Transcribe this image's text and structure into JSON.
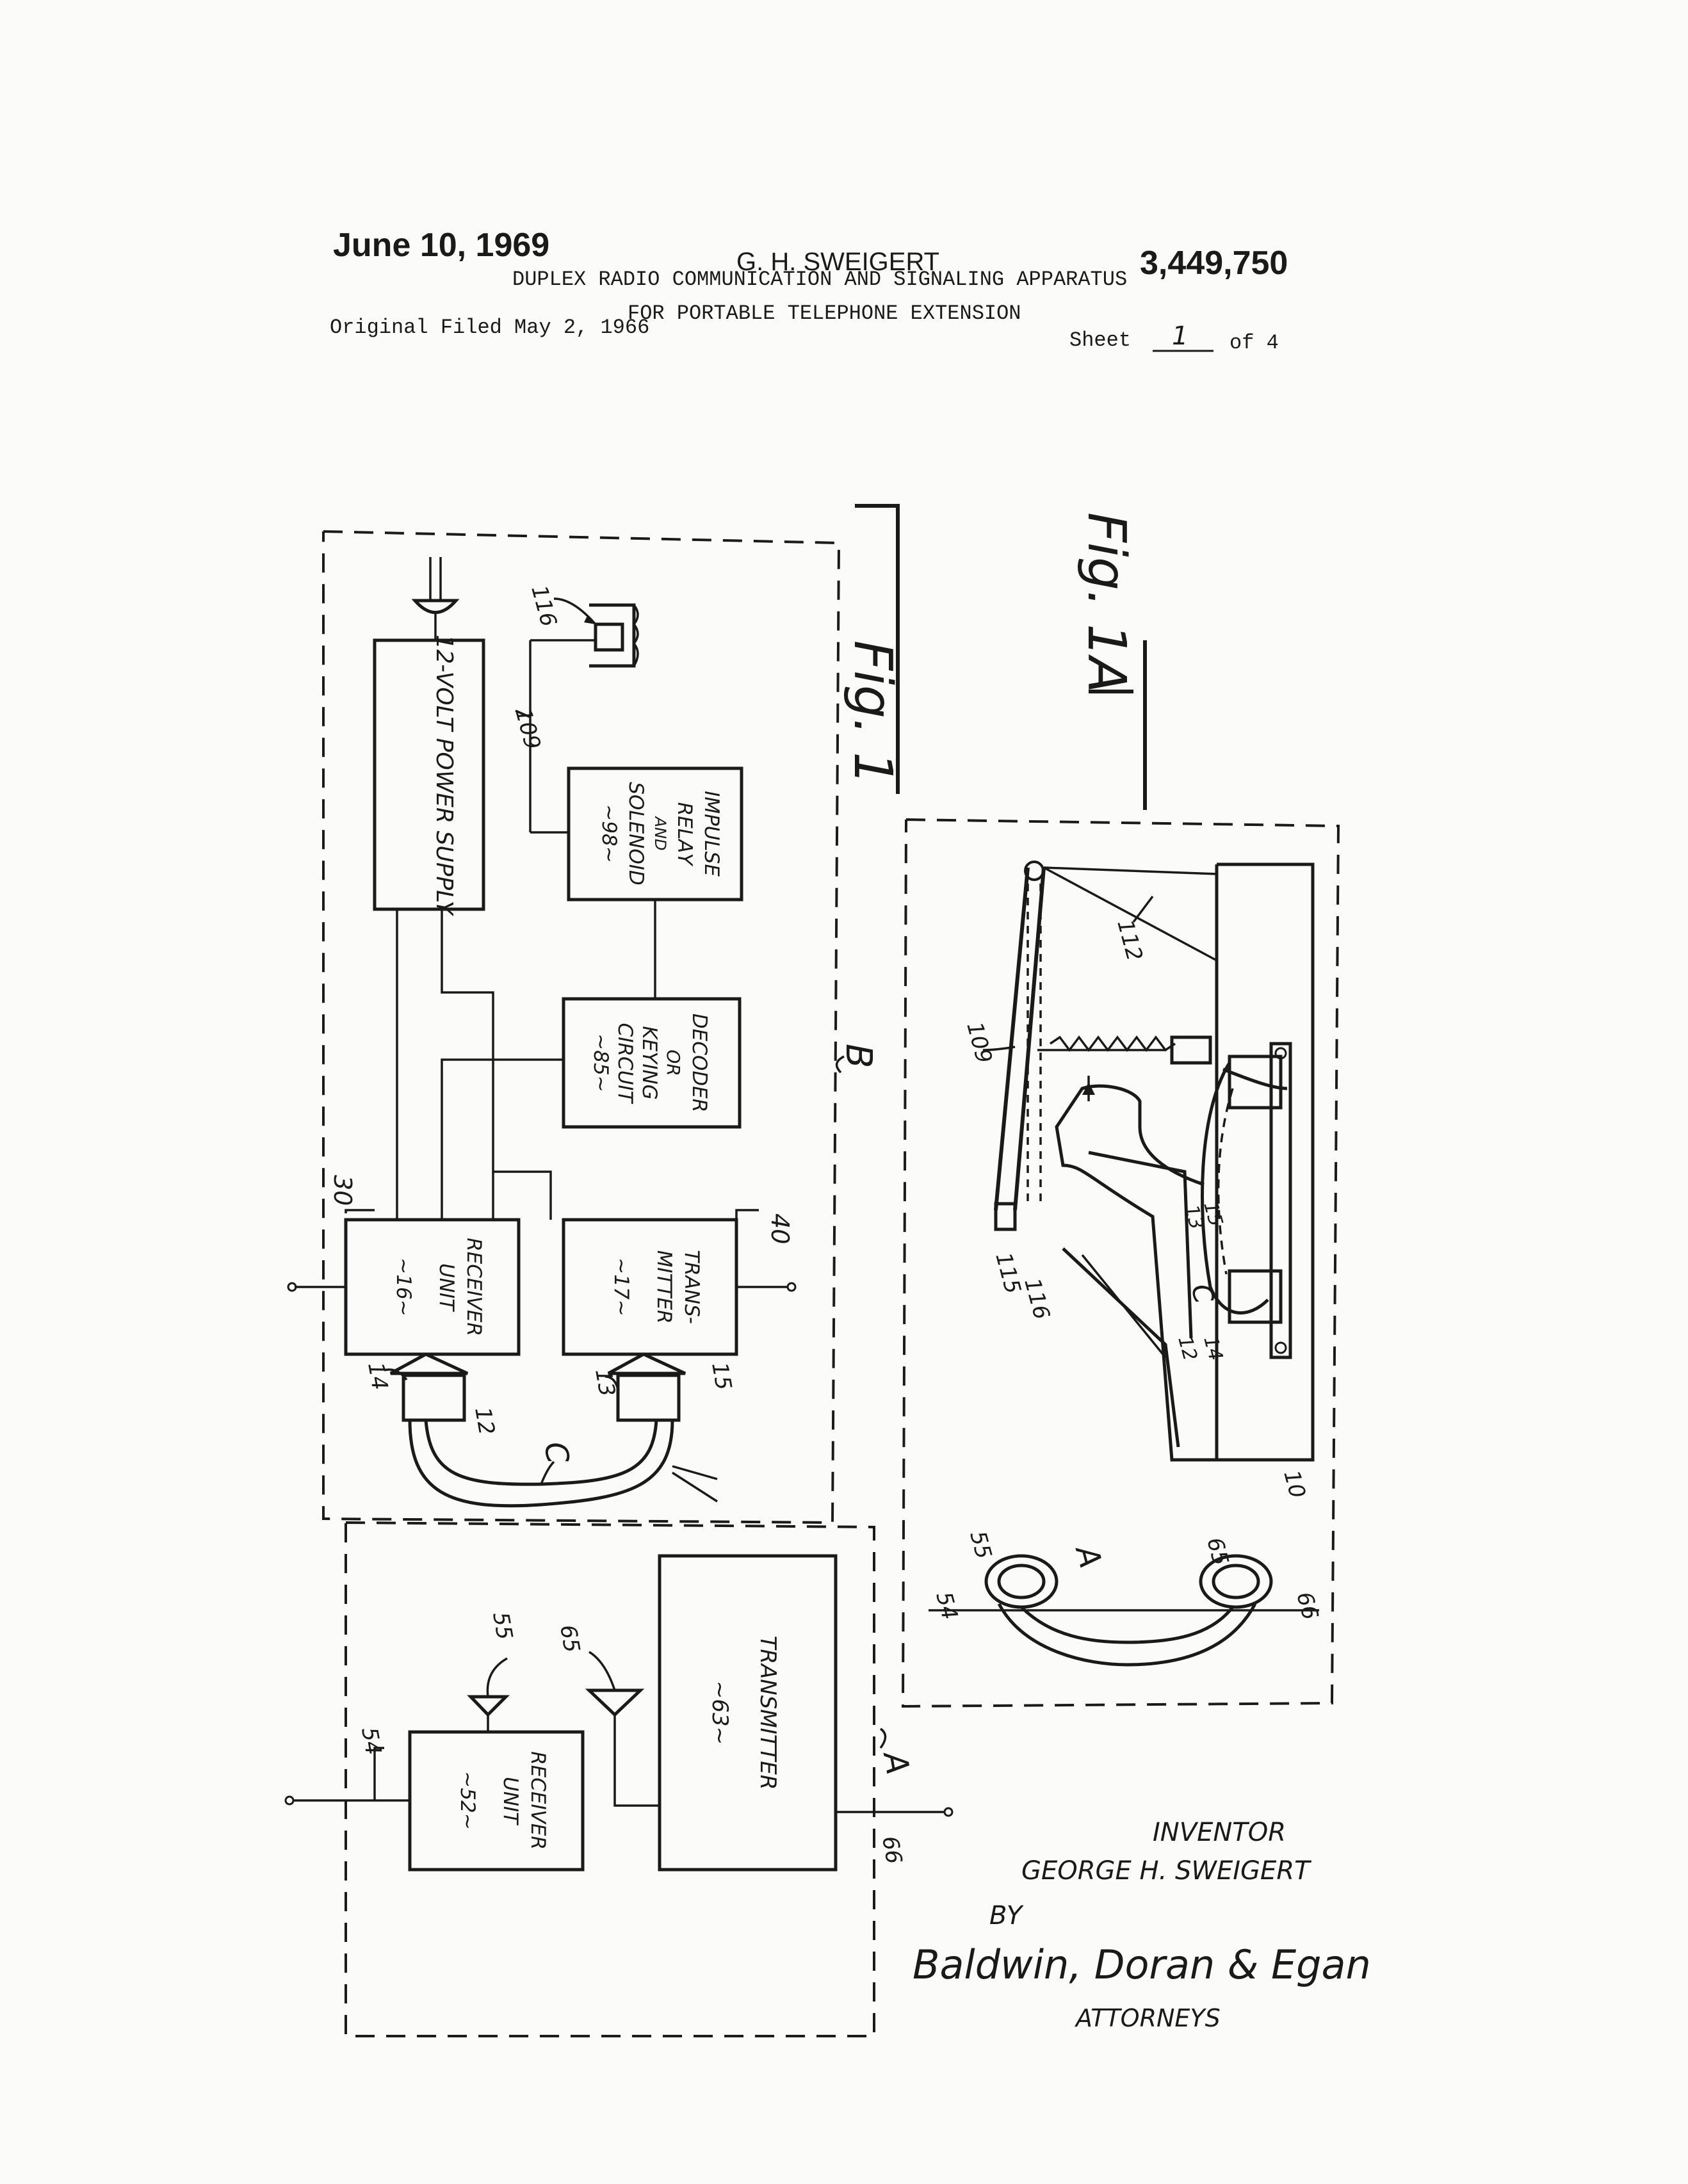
{
  "header": {
    "date": "June 10, 1969",
    "inventor_short": "G. H. SWEIGERT",
    "patent_number": "3,449,750",
    "title_line1": "DUPLEX RADIO COMMUNICATION AND SIGNALING APPARATUS",
    "title_line2": "FOR PORTABLE TELEPHONE EXTENSION",
    "filed": "Original Filed May 2, 1966",
    "sheet_label": "Sheet",
    "sheet_number": "1",
    "sheet_of": "of 4"
  },
  "figures": {
    "fig1": "Fig. 1",
    "fig1a": "Fig. 1A"
  },
  "blocks": {
    "power_supply": "12-VOLT POWER SUPPLY",
    "impulse_l1": "IMPULSE",
    "impulse_l2": "RELAY",
    "impulse_l3": "AND",
    "impulse_l4": "SOLENOID",
    "impulse_l5": "~98~",
    "decoder_l1": "DECODER",
    "decoder_l2": "OR",
    "decoder_l3": "KEYING",
    "decoder_l4": "CIRCUIT",
    "decoder_l5": "~85~",
    "receiver16_l1": "RECEIVER",
    "receiver16_l2": "UNIT",
    "receiver16_l3": "~16~",
    "transmitter17_l1": "TRANS-",
    "transmitter17_l2": "MITTER",
    "transmitter17_l3": "~17~",
    "receiver52_l1": "RECEIVER",
    "receiver52_l2": "UNIT",
    "receiver52_l3": "~52~",
    "transmitter63_l1": "TRANSMITTER",
    "transmitter63_l2": "~63~"
  },
  "refs": {
    "r116": "116",
    "r109": "109",
    "r30": "30",
    "r40": "40",
    "rB": "B",
    "r14": "14",
    "r12": "12",
    "rC": "C",
    "r13": "13",
    "r15": "15",
    "r55": "55",
    "r65": "65",
    "r54": "54",
    "rA": "A",
    "r66": "66",
    "f109": "109",
    "f112": "112",
    "f13": "13",
    "f15": "15",
    "fC": "C",
    "f12": "12",
    "f14": "14",
    "f115": "115",
    "f116": "116",
    "f10": "10",
    "f55": "55",
    "f54": "54",
    "fA": "A",
    "f65": "65",
    "f66": "66"
  },
  "signature": {
    "inventor_label": "INVENTOR",
    "inventor_name": "GEORGE H. SWEIGERT",
    "by": "BY",
    "firm": "Baldwin, Doran & Egan",
    "attorneys": "ATTORNEYS"
  }
}
